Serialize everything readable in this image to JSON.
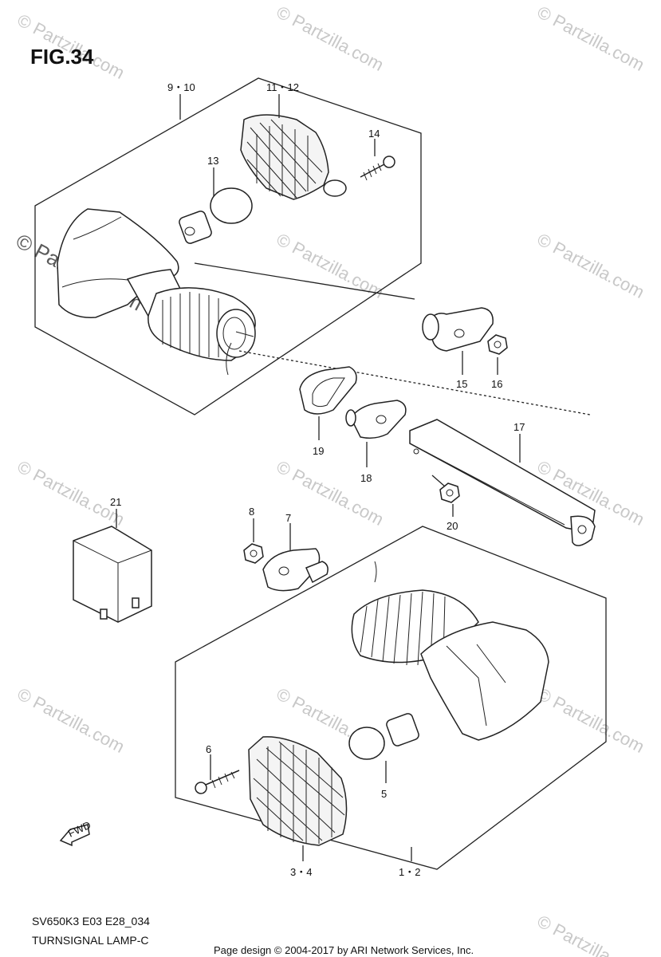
{
  "figure": {
    "title": "FIG.34"
  },
  "callouts": {
    "c_9_10": "9・10",
    "c_11_12": "11・12",
    "c_13": "13",
    "c_14": "14",
    "c_15": "15",
    "c_16": "16",
    "c_17": "17",
    "c_18": "18",
    "c_19": "19",
    "c_20": "20",
    "c_21": "21",
    "c_8": "8",
    "c_7": "7",
    "c_6": "6",
    "c_5": "5",
    "c_3_4": "3・4",
    "c_1_2": "1・2"
  },
  "fwd_label": "FWD",
  "footer": {
    "code": "SV650K3 E03 E28_034",
    "name": "TURNSIGNAL LAMP-C",
    "credit": "Page design © 2004-2017 by ARI Network Services, Inc."
  },
  "watermark": {
    "text": "© Partzilla.com",
    "big_text": "© Partzilla.com"
  }
}
